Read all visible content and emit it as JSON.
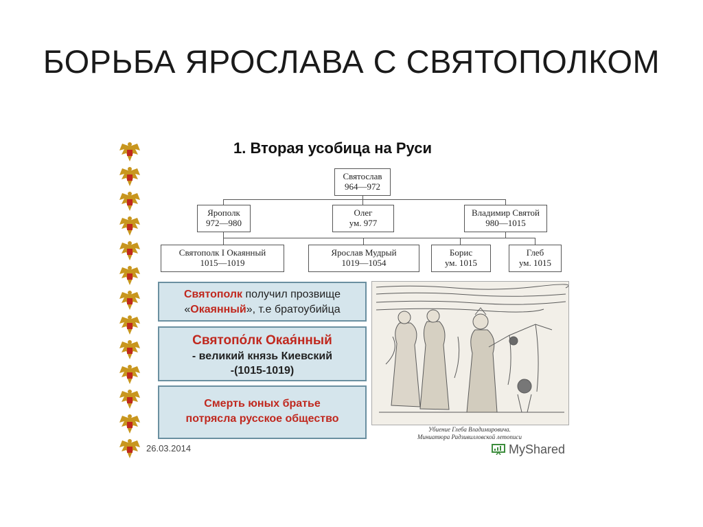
{
  "slide_title": "БОРЬБА ЯРОСЛАВА С СВЯТОПОЛКОМ",
  "subtitle": "1. Вторая усобица на Руси",
  "tree": {
    "root": {
      "name": "Святослав",
      "years": "964—972"
    },
    "children": [
      {
        "name": "Ярополк",
        "years": "972—980"
      },
      {
        "name": "Олег",
        "years": "ум. 977"
      },
      {
        "name": "Владимир Святой",
        "years": "980—1015"
      }
    ],
    "grandchildren": [
      {
        "name": "Святополк I Окаянный",
        "years": "1015—1019"
      },
      {
        "name": "Ярослав Мудрый",
        "years": "1019—1054"
      },
      {
        "name": "Борис",
        "years": "ум. 1015"
      },
      {
        "name": "Глеб",
        "years": "ум. 1015"
      }
    ]
  },
  "info_boxes": {
    "box1_part1": "Святополк",
    "box1_part2": " получил прозвище",
    "box1_part3": "«",
    "box1_part4": "Окаянный",
    "box1_part5": "», т.е братоубийца",
    "box2_title": "Святопо́лк Окая́нный",
    "box2_line1": "- великий князь Киевский",
    "box2_line2": "-(1015-1019)",
    "box3_line1": "Смерть юных братье",
    "box3_line2": "потрясла русское  общество"
  },
  "miniature": {
    "caption_line1": "Убиение Глеба Владимировича.",
    "caption_line2": "Миниатюра Радзивилловской летописи"
  },
  "date": "26.03.2014",
  "brand": "MyShared",
  "colors": {
    "red": "#c0281e",
    "box_fill": "#d5e5ec",
    "box_border": "#6a8fa0"
  }
}
